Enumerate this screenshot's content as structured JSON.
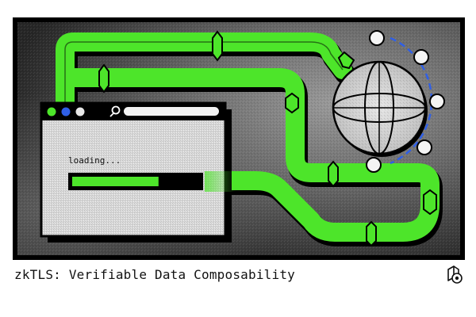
{
  "caption": {
    "text": "zkTLS: Verifiable Data Composability"
  },
  "browser_window": {
    "status_text": "loading...",
    "progress_fraction": 0.68,
    "dot_colors": [
      "#4de52a",
      "#2f5fe6",
      "#e8e8e8"
    ],
    "icons": [
      "search-icon"
    ]
  },
  "colors": {
    "pipe": "#4de52a",
    "orbit": "#2f5fe6",
    "background_dark": "#1e1e1e",
    "background_light": "#8c8c8c"
  },
  "logo": {
    "icon": "brand-logo-icon"
  }
}
